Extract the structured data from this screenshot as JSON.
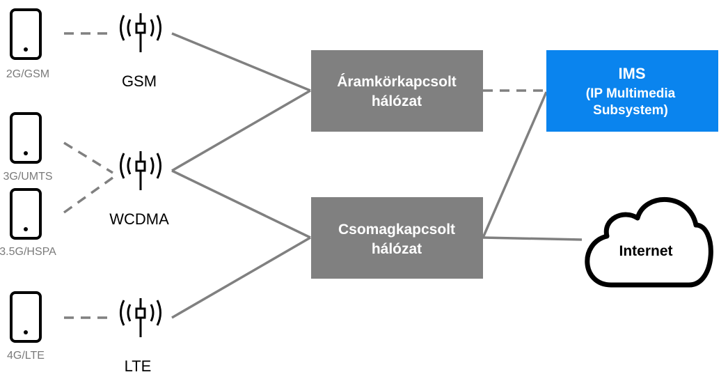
{
  "colors": {
    "link": "#808080",
    "box_fill": "#808080",
    "ims_fill": "#0a84ee",
    "device_stroke": "#000000"
  },
  "devices": [
    {
      "label": "2G/GSM",
      "icon": "phone-icon"
    },
    {
      "label": "3G/UMTS",
      "icon": "phone-icon"
    },
    {
      "label": "3.5G/HSPA",
      "icon": "phone-icon"
    },
    {
      "label": "4G/LTE",
      "icon": "phone-icon"
    }
  ],
  "antennas": [
    {
      "label": "GSM",
      "icon": "antenna-tower-icon"
    },
    {
      "label": "WCDMA",
      "icon": "antenna-tower-icon"
    },
    {
      "label": "LTE",
      "icon": "antenna-tower-icon"
    }
  ],
  "circuit_network": {
    "line1": "Áramkörkapcsolt",
    "line2": "hálózat"
  },
  "packet_network": {
    "line1": "Csomagkapcsolt",
    "line2": "hálózat"
  },
  "ims": {
    "title": "IMS",
    "line1": "(IP Multimedia",
    "line2": "Subsystem)"
  },
  "internet": {
    "label": "Internet",
    "icon": "cloud-icon"
  }
}
